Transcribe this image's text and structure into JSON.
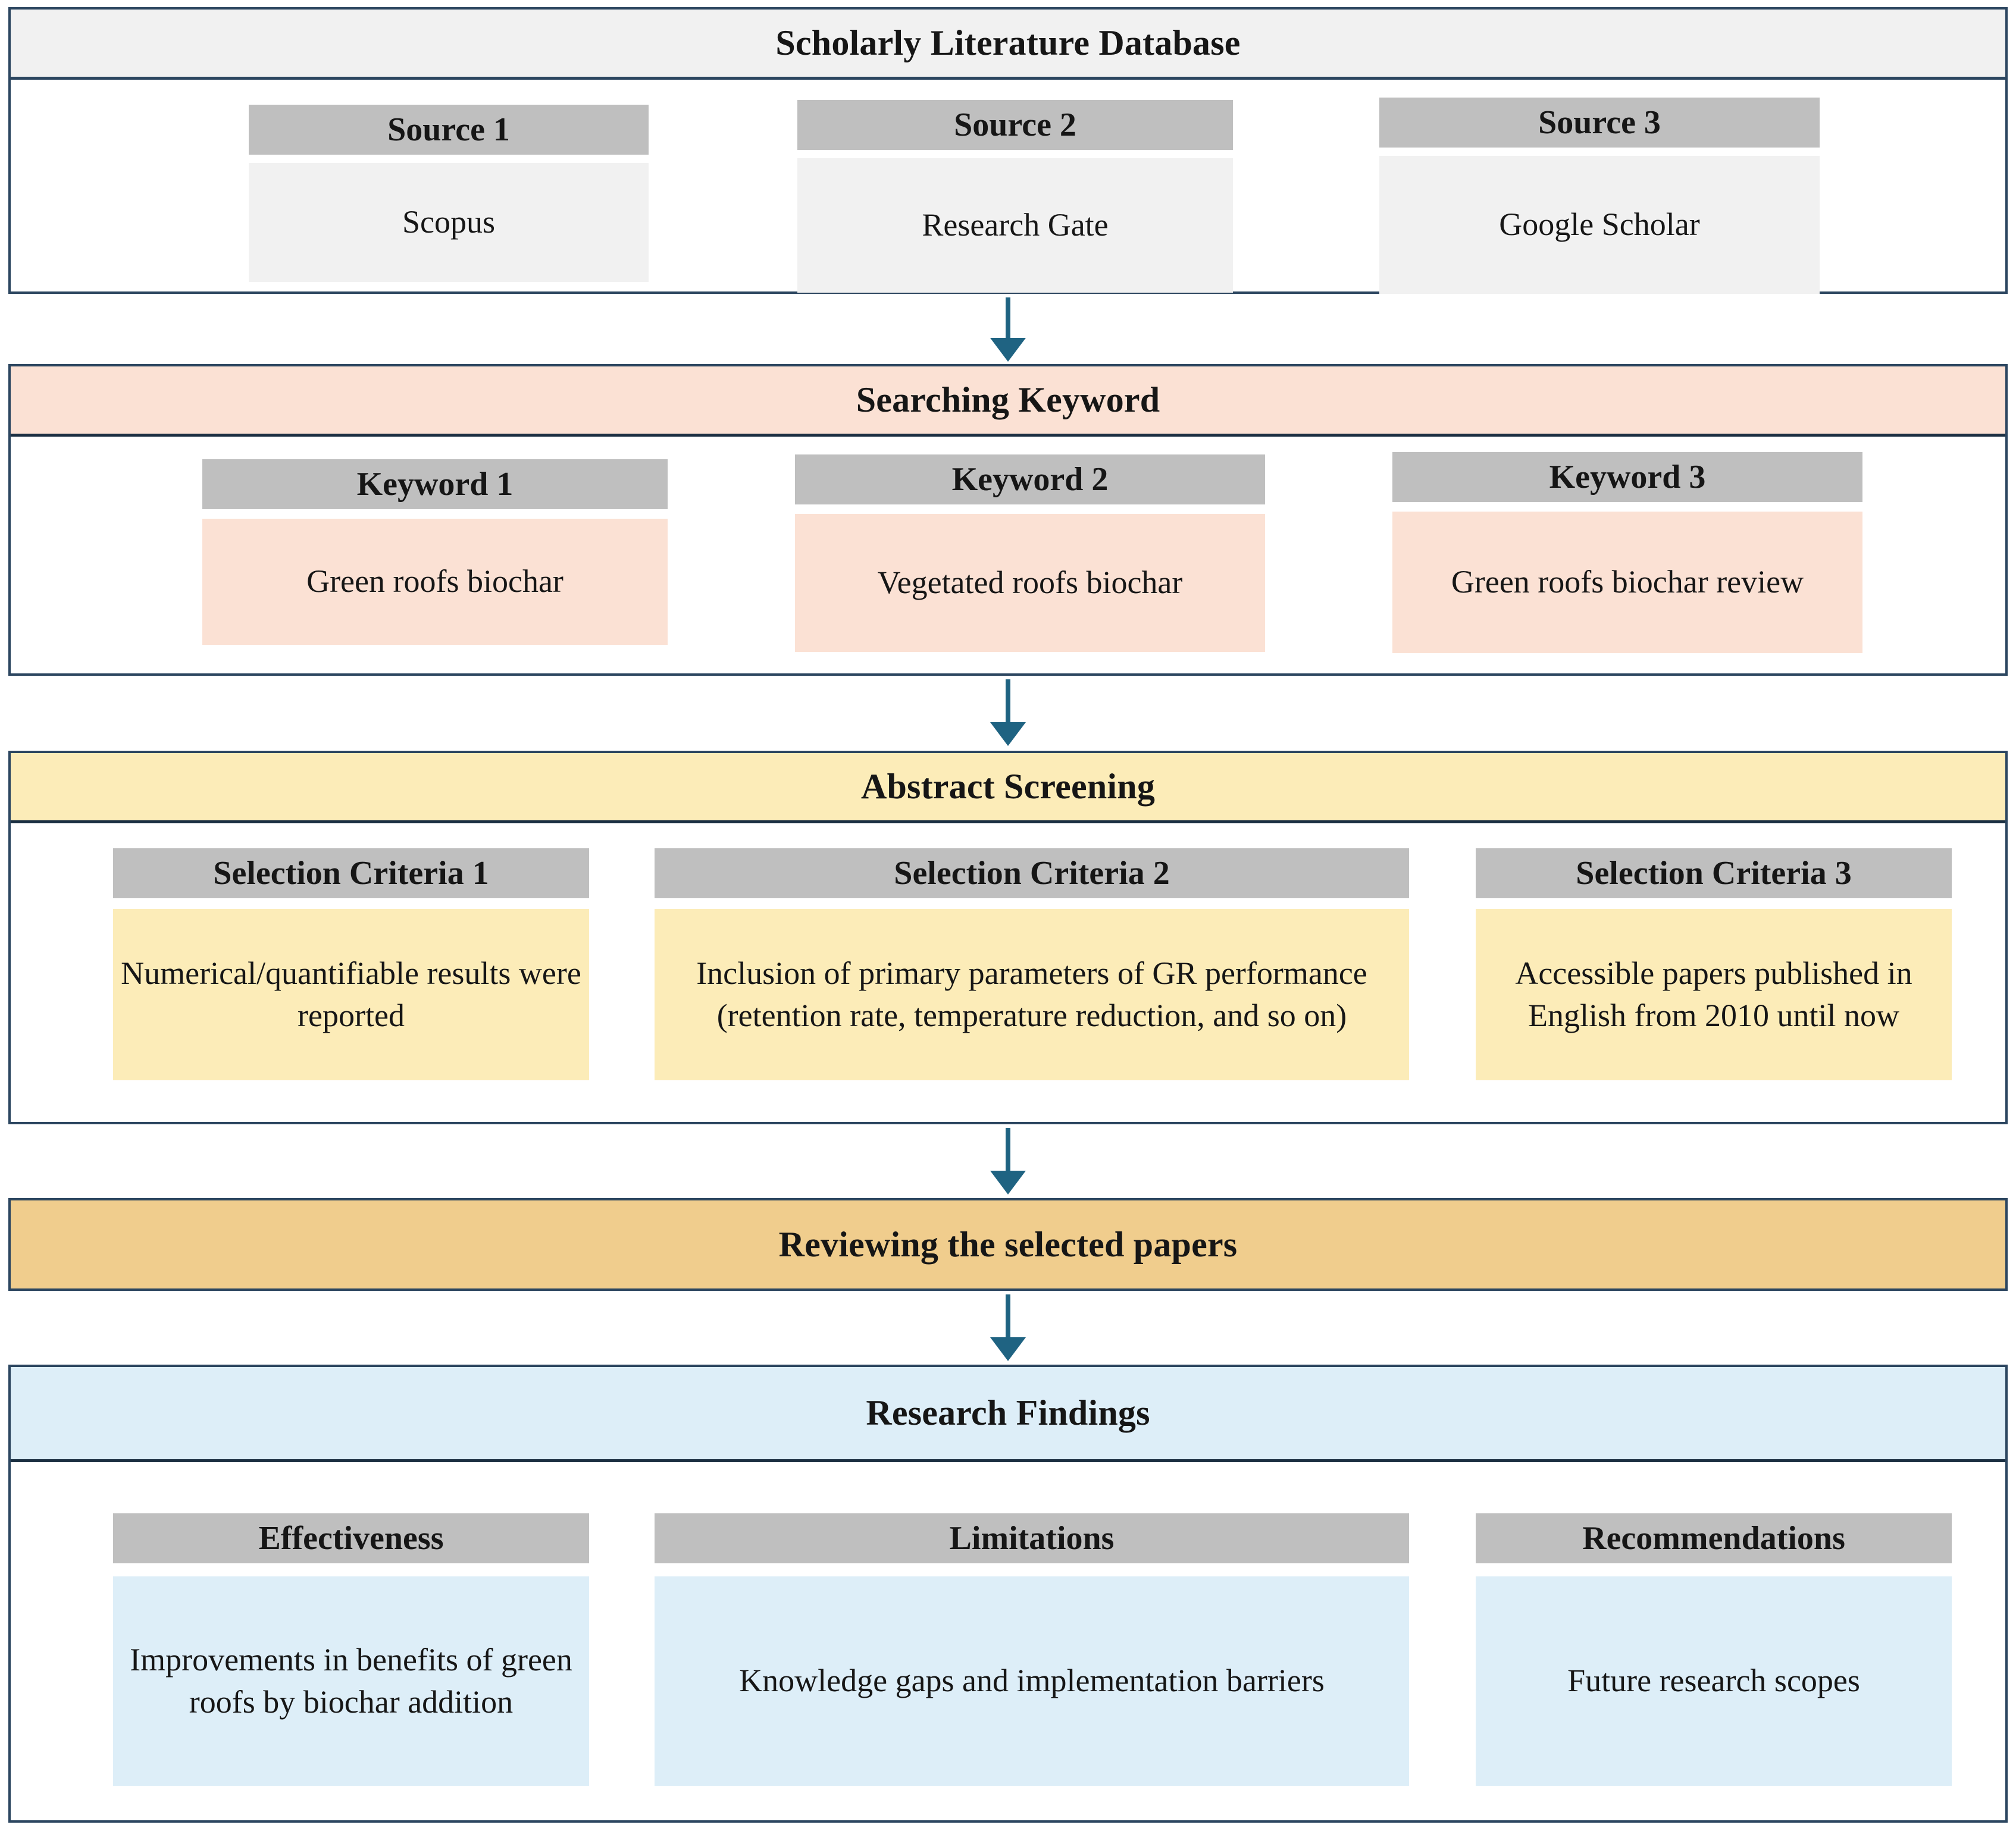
{
  "diagram": {
    "title": "Literature review methodology flowchart",
    "colors": {
      "outer_border": "#2c4660",
      "arrow": "#1f6382",
      "label_gray": "#bfbfbf",
      "stage1": "#f1f1f1",
      "stage2": "#fbe1d4",
      "stage3": "#fcecb8",
      "stage4": "#f0cd8d",
      "stage5": "#ddeef8"
    }
  },
  "stages": [
    {
      "id": "scholarly-literature-database",
      "header": "Scholarly Literature Database",
      "items": [
        {
          "label": "Source 1",
          "value": "Scopus"
        },
        {
          "label": "Source 2",
          "value": "Research Gate"
        },
        {
          "label": "Source 3",
          "value": "Google Scholar"
        }
      ]
    },
    {
      "id": "searching-keyword",
      "header": "Searching Keyword",
      "items": [
        {
          "label": "Keyword 1",
          "value": "Green roofs biochar"
        },
        {
          "label": "Keyword 2",
          "value": "Vegetated roofs biochar"
        },
        {
          "label": "Keyword 3",
          "value": "Green roofs biochar review"
        }
      ]
    },
    {
      "id": "abstract-screening",
      "header": "Abstract Screening",
      "items": [
        {
          "label": "Selection Criteria 1",
          "value": "Numerical/quantifiable results were reported"
        },
        {
          "label": "Selection Criteria 2",
          "value": "Inclusion of primary parameters of GR performance (retention rate, temperature reduction, and so on)"
        },
        {
          "label": "Selection Criteria 3",
          "value": "Accessible papers published in English from 2010 until now"
        }
      ]
    },
    {
      "id": "reviewing-the-selected-papers",
      "header": "Reviewing the selected papers",
      "items": []
    },
    {
      "id": "research-findings",
      "header": "Research Findings",
      "items": [
        {
          "label": "Effectiveness",
          "value": "Improvements in benefits of green roofs by biochar addition"
        },
        {
          "label": "Limitations",
          "value": "Knowledge gaps and implementation barriers"
        },
        {
          "label": "Recommendations",
          "value": "Future research scopes"
        }
      ]
    }
  ]
}
